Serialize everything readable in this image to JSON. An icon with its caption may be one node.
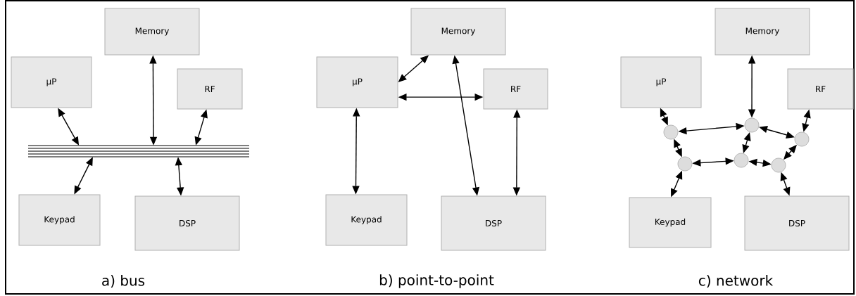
{
  "diagram": {
    "nodes": [
      {
        "text": [
          "Memory"
        ]
      },
      {
        "text": [
          "µP"
        ]
      },
      {
        "text": [
          "RF"
        ]
      },
      {
        "text": [],
        "shape": "bar"
      },
      {
        "text": [
          "Keypad"
        ]
      },
      {
        "text": [
          "DSP"
        ]
      },
      {
        "text": [
          "Memory"
        ]
      },
      {
        "text": [
          "µP"
        ]
      },
      {
        "text": [
          "RF"
        ]
      },
      {
        "text": [
          "Keypad"
        ]
      },
      {
        "text": [
          "DSP"
        ]
      },
      {
        "text": [
          "Memory"
        ]
      },
      {
        "text": [
          "µP"
        ]
      },
      {
        "text": [
          "RF"
        ]
      },
      {
        "text": [],
        "shape": "circle"
      },
      {
        "text": [],
        "shape": "circle"
      },
      {
        "text": [],
        "shape": "circle"
      },
      {
        "text": [],
        "shape": "circle"
      },
      {
        "text": [],
        "shape": "circle"
      },
      {
        "text": [],
        "shape": "circle"
      },
      {
        "text": [
          "Keypad"
        ]
      },
      {
        "text": [
          "DSP"
        ]
      }
    ],
    "edges": [
      {
        "from": 1,
        "to": 3,
        "arrow": "both"
      },
      {
        "from": 0,
        "to": 3,
        "arrow": "both"
      },
      {
        "from": 2,
        "to": 3,
        "arrow": "both"
      },
      {
        "from": 3,
        "to": 4,
        "arrow": "both"
      },
      {
        "from": 3,
        "to": 5,
        "arrow": "both"
      },
      {
        "from": 7,
        "to": 6,
        "arrow": "both"
      },
      {
        "from": 7,
        "to": 8,
        "arrow": "both"
      },
      {
        "from": 7,
        "to": 9,
        "arrow": "both"
      },
      {
        "from": 6,
        "to": 10,
        "arrow": "both"
      },
      {
        "from": 8,
        "to": 10,
        "arrow": "both"
      },
      {
        "from": 12,
        "to": 14,
        "arrow": "both"
      },
      {
        "from": 11,
        "to": 15,
        "arrow": "both"
      },
      {
        "from": 13,
        "to": 16,
        "arrow": "both"
      },
      {
        "from": 14,
        "to": 15,
        "arrow": "both"
      },
      {
        "from": 14,
        "to": 17,
        "arrow": "both"
      },
      {
        "from": 15,
        "to": 18,
        "arrow": "both"
      },
      {
        "from": 15,
        "to": 16,
        "arrow": "both"
      },
      {
        "from": 16,
        "to": 19,
        "arrow": "both"
      },
      {
        "from": 17,
        "to": 18,
        "arrow": "both"
      },
      {
        "from": 18,
        "to": 19,
        "arrow": "both"
      },
      {
        "from": 17,
        "to": 20,
        "arrow": "both"
      },
      {
        "from": 19,
        "to": 21,
        "arrow": "both"
      }
    ],
    "labels": [
      "a) bus",
      "b) point-to-point",
      "c) network"
    ]
  }
}
